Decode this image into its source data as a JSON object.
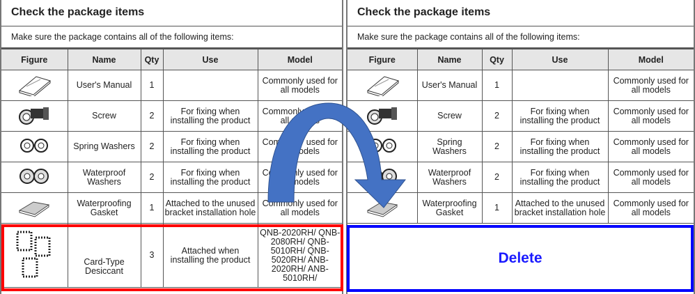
{
  "title": "Check the package items",
  "subtitle": "Make sure the package contains all of the following items:",
  "headers": [
    "Figure",
    "Name",
    "Qty",
    "Use",
    "Model"
  ],
  "rows": [
    {
      "icon": "manual",
      "name": "User's Manual",
      "qty": "1",
      "use": "",
      "model": "Commonly used for all models"
    },
    {
      "icon": "screw",
      "name": "Screw",
      "qty": "2",
      "use": "For fixing when installing the product",
      "model": "Commonly used for all models"
    },
    {
      "icon": "spring-washer",
      "name": "Spring Washers",
      "qty": "2",
      "use": "For fixing when installing the product",
      "model": "Commonly used for all models"
    },
    {
      "icon": "waterproof-washer",
      "name": "Waterproof Washers",
      "qty": "2",
      "use": "For fixing when installing the product",
      "model": "Commonly used for all models"
    },
    {
      "icon": "gasket",
      "name": "Waterproofing Gasket",
      "qty": "1",
      "use": "Attached to the unused bracket installation hole",
      "model": "Commonly used for all models"
    },
    {
      "icon": "desiccant",
      "name": "Card-Type Desiccant",
      "qty": "3",
      "use": "Attached when installing the product",
      "model": "QNB-2020RH/ QNB-2080RH/ QNB-5010RH/ QNB-5020RH/ ANB-2020RH/ ANB-5010RH/"
    }
  ],
  "delete_label": "Delete",
  "colors": {
    "removed": "#ff0000",
    "deleted": "#0000ff",
    "arrow": "#3f6fbf"
  }
}
